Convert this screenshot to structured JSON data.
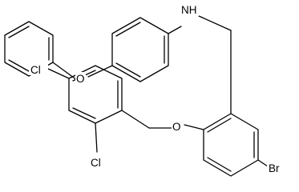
{
  "molecule": {
    "atoms": {
      "nh": "NH",
      "o_ether_top": "O",
      "o_ether_mid": "O",
      "cl_top": "Cl",
      "cl_bottom": "Cl",
      "br": "Br"
    }
  }
}
